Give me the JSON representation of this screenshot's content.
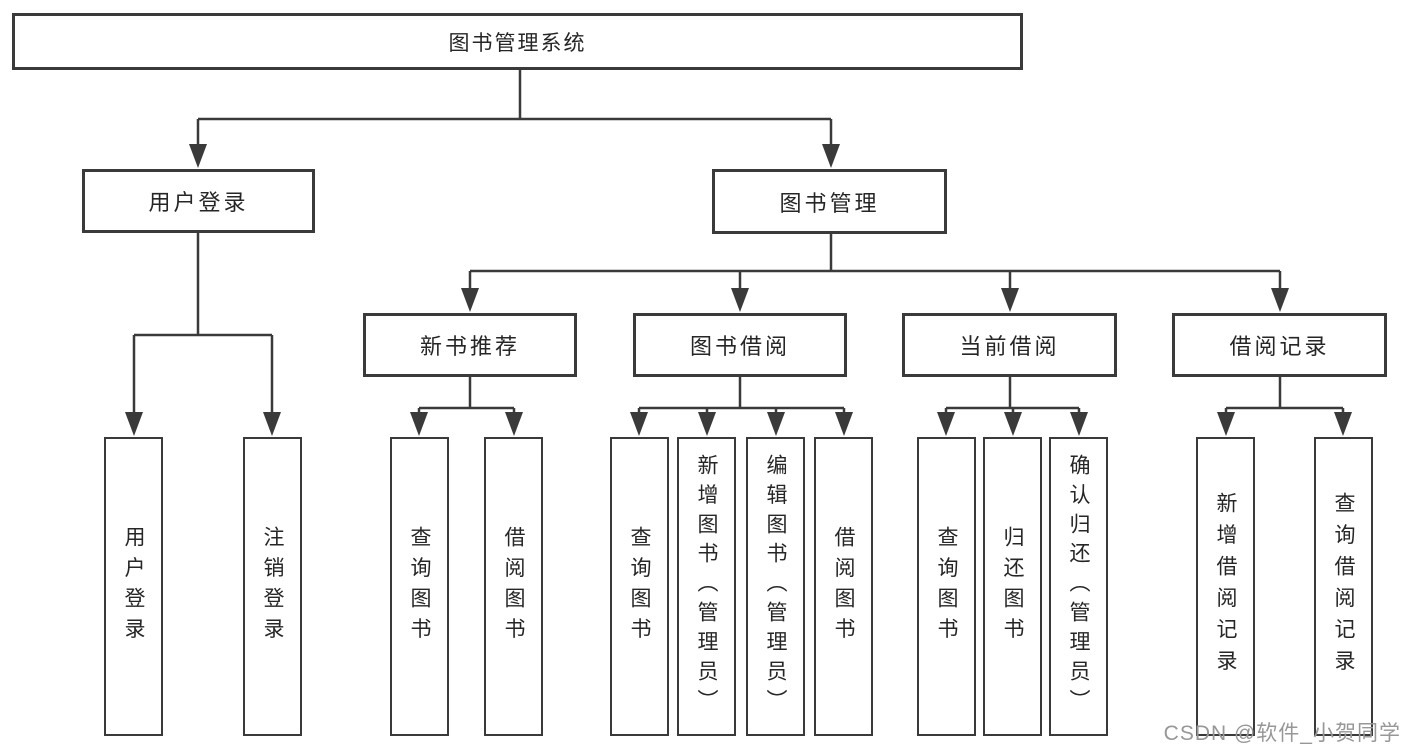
{
  "diagram_title": "图书管理系统",
  "watermark": "CSDN @软件_小贺同学",
  "colors": {
    "line": "#3a3a3a",
    "border": "#3a3a3a",
    "text": "#262626",
    "watermark_text": "#979797",
    "background": "#ffffff"
  },
  "nodes": {
    "root": "图书管理系统",
    "user_login": "用户登录",
    "book_management": "图书管理",
    "login": "用户登录",
    "logout": "注销登录",
    "new_book_recommend": "新书推荐",
    "book_borrow": "图书借阅",
    "current_borrow": "当前借阅",
    "borrow_record": "借阅记录",
    "nbr_query_book": "查询图书",
    "nbr_borrow_book": "借阅图书",
    "bb_query_book": "查询图书",
    "bb_add_book_admin": "新增图书（管理员）",
    "bb_edit_book_admin": "编辑图书（管理员）",
    "bb_borrow_book": "借阅图书",
    "cb_query_book": "查询图书",
    "cb_return_book": "归还图书",
    "cb_confirm_return_admin": "确认归还（管理员）",
    "br_add_record": "新增借阅记录",
    "br_query_record": "查询借阅记录"
  }
}
